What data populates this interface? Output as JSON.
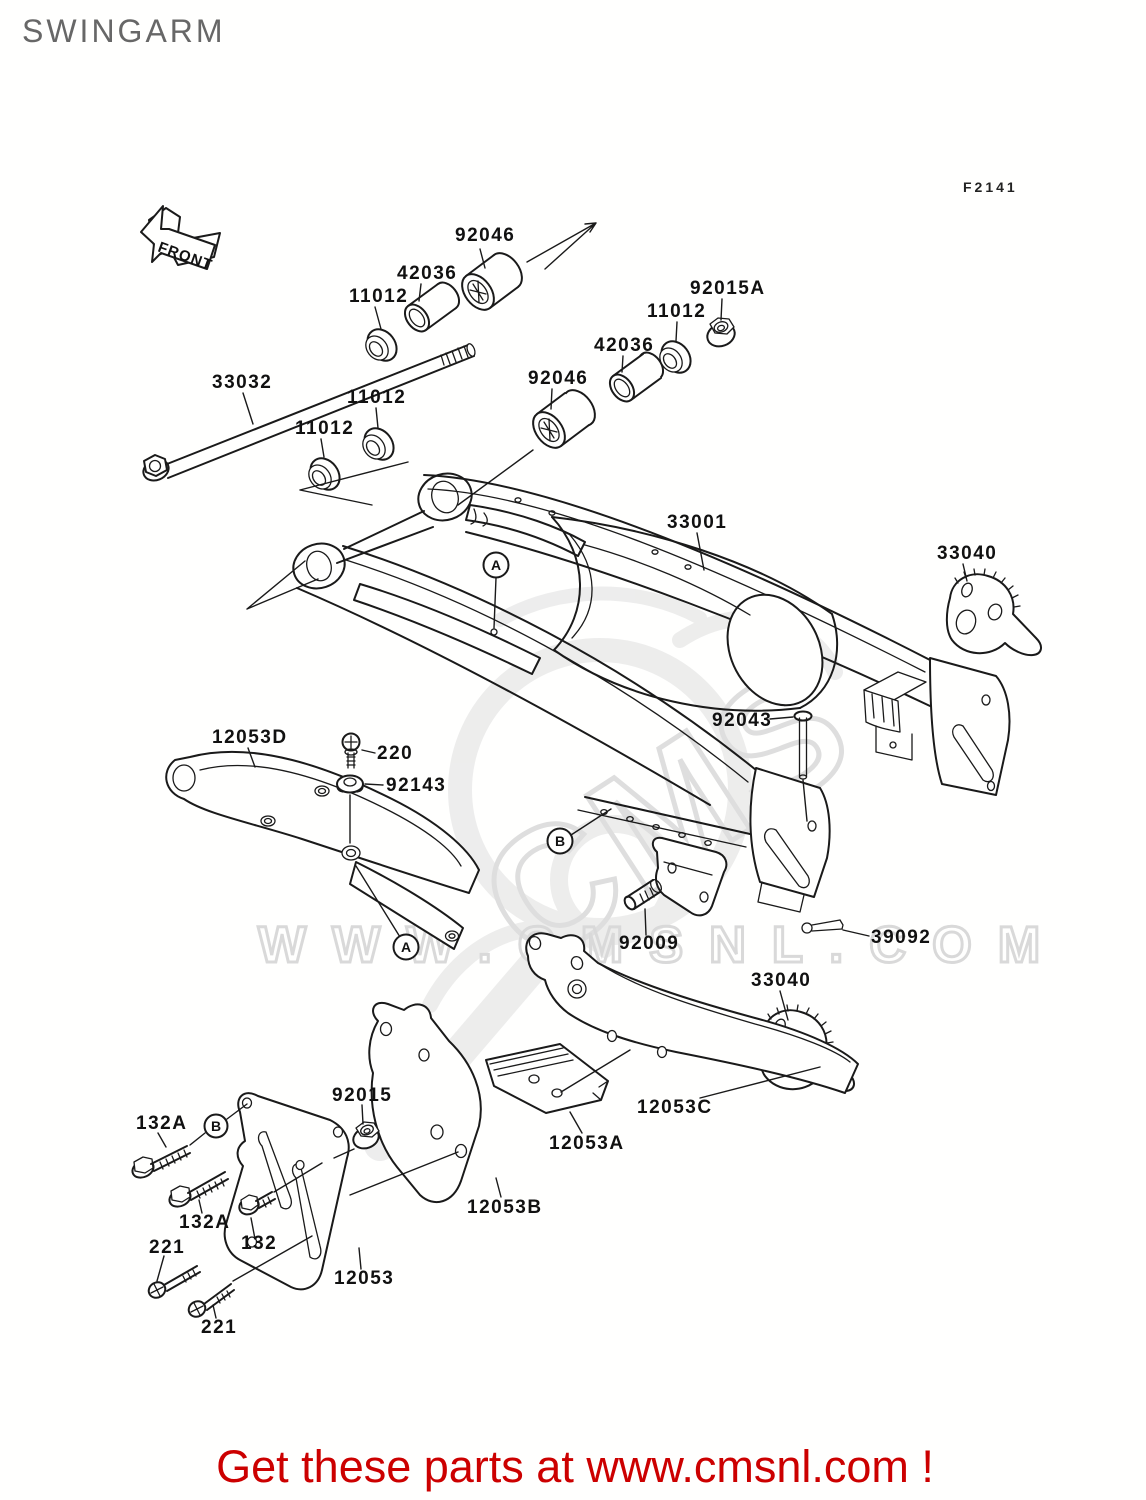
{
  "page": {
    "title": "SWINGARM",
    "figure_code": "F2141",
    "front_marker": "FRONT",
    "footer_text": "Get these parts at www.cmsnl.com !",
    "footer_color": "#cc0000",
    "line_color": "#1a1a1a",
    "background": "#fffffe"
  },
  "watermark": {
    "logo_text": "CMS",
    "url_text": "WWW.CMSNL.COM"
  },
  "callouts": {
    "a": "A",
    "b": "B"
  },
  "labels": [
    {
      "part": "92046",
      "text": "92046"
    },
    {
      "part": "42036",
      "text": "42036"
    },
    {
      "part": "11012",
      "text": "11012"
    },
    {
      "part": "92015A",
      "text": "92015A"
    },
    {
      "part": "11012",
      "text": "11012"
    },
    {
      "part": "42036",
      "text": "42036"
    },
    {
      "part": "92046",
      "text": "92046"
    },
    {
      "part": "33032",
      "text": "33032"
    },
    {
      "part": "11012",
      "text": "11012"
    },
    {
      "part": "11012",
      "text": "11012"
    },
    {
      "part": "33001",
      "text": "33001"
    },
    {
      "part": "33040",
      "text": "33040"
    },
    {
      "part": "12053D",
      "text": "12053D"
    },
    {
      "part": "220",
      "text": "220"
    },
    {
      "part": "92143",
      "text": "92143"
    },
    {
      "part": "92043",
      "text": "92043"
    },
    {
      "part": "92009",
      "text": "92009"
    },
    {
      "part": "39092",
      "text": "39092"
    },
    {
      "part": "33040",
      "text": "33040"
    },
    {
      "part": "12053C",
      "text": "12053C"
    },
    {
      "part": "12053A",
      "text": "12053A"
    },
    {
      "part": "12053B",
      "text": "12053B"
    },
    {
      "part": "132A",
      "text": "132A"
    },
    {
      "part": "92015",
      "text": "92015"
    },
    {
      "part": "132A",
      "text": "132A"
    },
    {
      "part": "132",
      "text": "132"
    },
    {
      "part": "221",
      "text": "221"
    },
    {
      "part": "12053",
      "text": "12053"
    },
    {
      "part": "221",
      "text": "221"
    }
  ]
}
